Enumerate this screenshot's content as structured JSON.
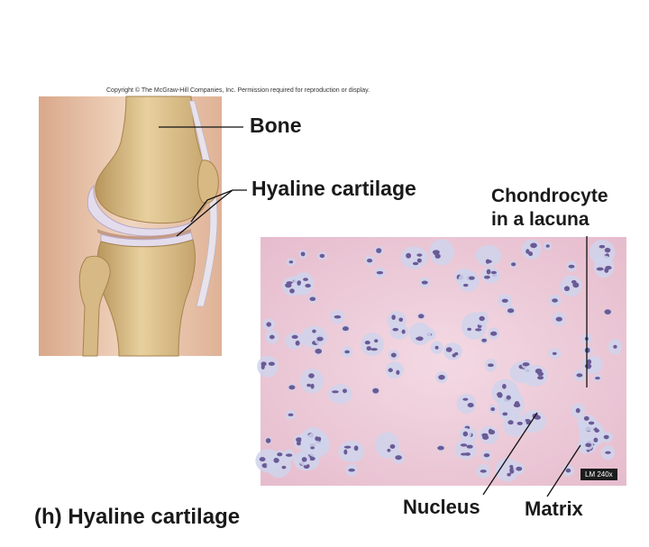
{
  "copyright": "Copyright © The McGraw-Hill Companies, Inc. Permission required for reproduction or display.",
  "labels": {
    "bone": "Bone",
    "hyaline_cartilage": "Hyaline cartilage",
    "chondrocyte_line1": "Chondrocyte",
    "chondrocyte_line2": "in a lacuna",
    "nucleus": "Nucleus",
    "matrix": "Matrix"
  },
  "magnification": "LM 240x",
  "caption": "(h) Hyaline cartilage",
  "colors": {
    "skin": "#eac9ae",
    "bone": "#dcc08e",
    "cartilage": "#e2dcea",
    "tissue_bg": "#efccd9",
    "lacuna": "#cfd3ec",
    "nucleus": "#6a5a96"
  }
}
